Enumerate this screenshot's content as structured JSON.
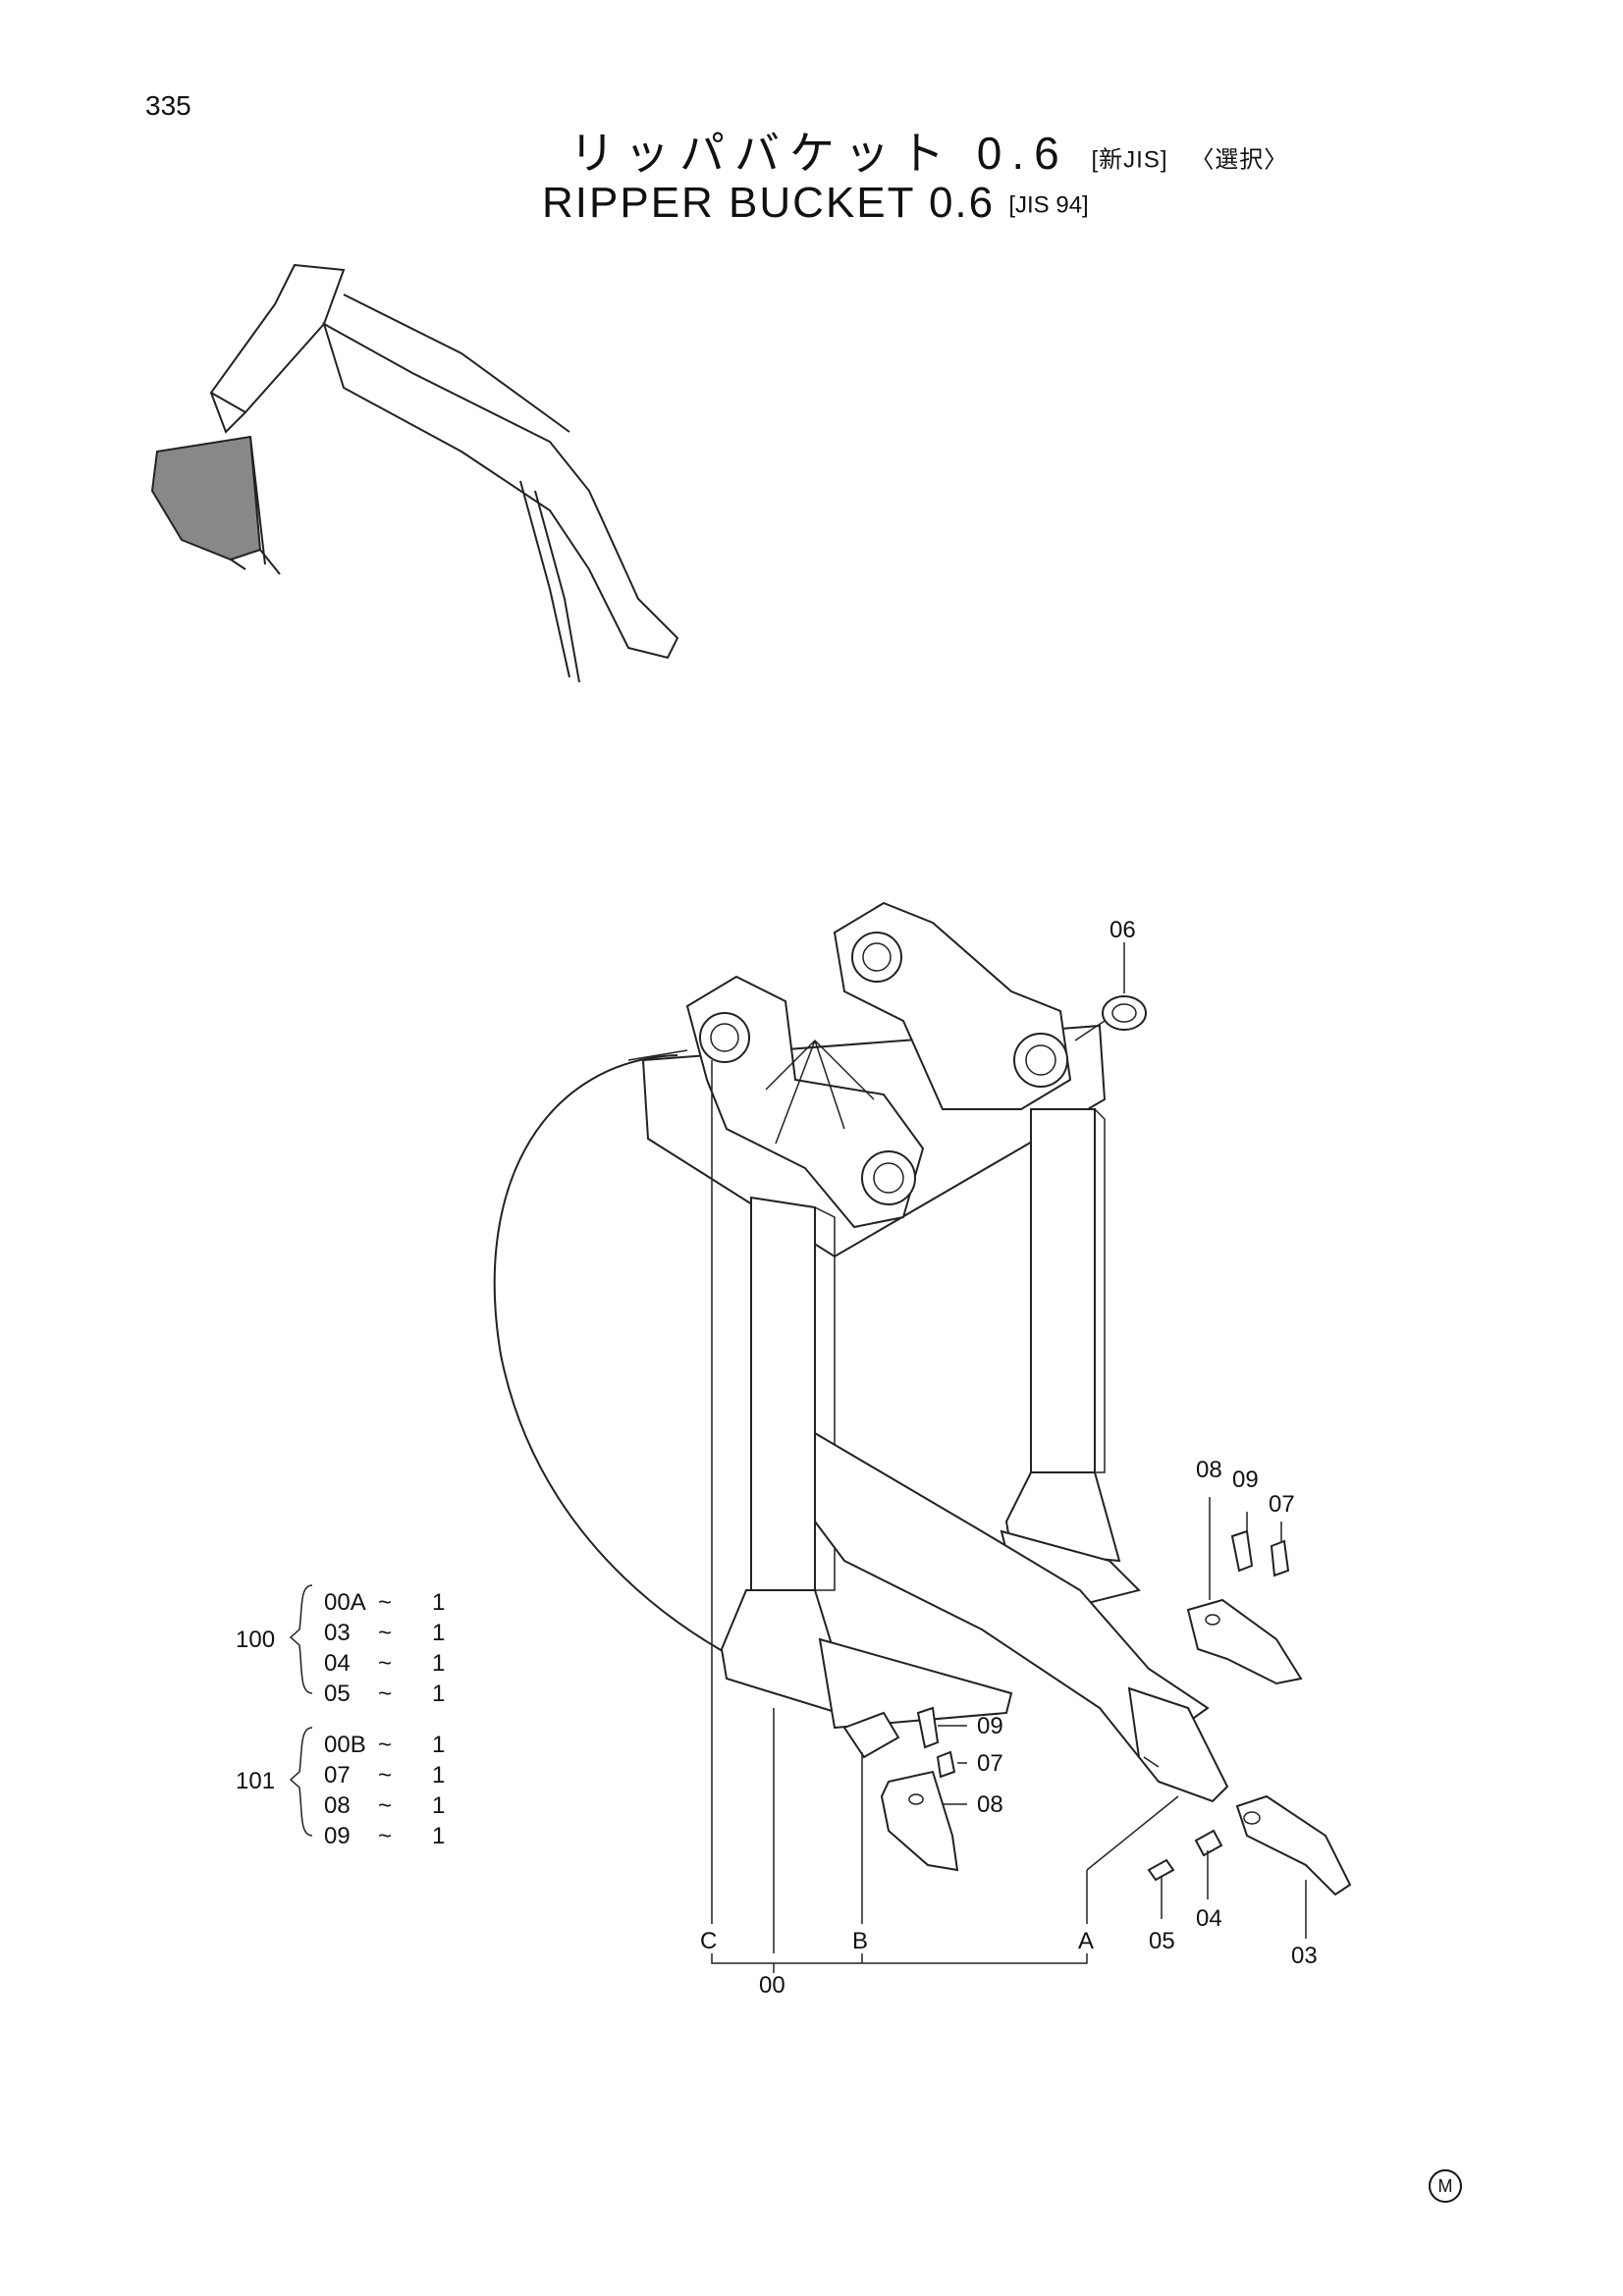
{
  "page_number": "335",
  "title": {
    "jp_main": "リッパバケット 0.6",
    "jp_std": "[新JIS]",
    "jp_option": "〈選択〉",
    "en_main": "RIPPER BUCKET 0.6",
    "en_std": "[JIS 94]"
  },
  "callouts": {
    "p06": "06",
    "p08a": "08",
    "p09a": "09",
    "p07a": "07",
    "p09b": "09",
    "p07b": "07",
    "p08b": "08",
    "p05": "05",
    "p04": "04",
    "p03": "03",
    "pA": "A",
    "pB": "B",
    "pC": "C",
    "p00": "00"
  },
  "part_groups": [
    {
      "id": "100",
      "items": [
        {
          "part": "00A",
          "sep": "~",
          "qty": "1"
        },
        {
          "part": "03",
          "sep": "~",
          "qty": "1"
        },
        {
          "part": "04",
          "sep": "~",
          "qty": "1"
        },
        {
          "part": "05",
          "sep": "~",
          "qty": "1"
        }
      ]
    },
    {
      "id": "101",
      "items": [
        {
          "part": "00B",
          "sep": "~",
          "qty": "1"
        },
        {
          "part": "07",
          "sep": "~",
          "qty": "1"
        },
        {
          "part": "08",
          "sep": "~",
          "qty": "1"
        },
        {
          "part": "09",
          "sep": "~",
          "qty": "1"
        }
      ]
    }
  ],
  "mark": "M"
}
